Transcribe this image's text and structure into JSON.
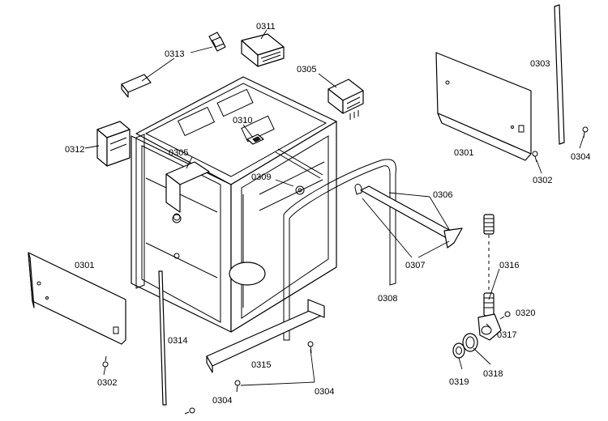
{
  "diagram": {
    "callouts": {
      "c0311": "0311",
      "c0313": "0313",
      "c0305_top": "0305",
      "c0303": "0303",
      "c0310": "0310",
      "c0312": "0312",
      "c0305_left": "0305",
      "c0301_right": "0301",
      "c0302_right": "0302",
      "c0304_right": "0304",
      "c0309": "0309",
      "c0306": "0306",
      "c0301_left": "0301",
      "c0307": "0307",
      "c0316": "0316",
      "c0308": "0308",
      "c0320": "0320",
      "c0314": "0314",
      "c0317": "0317",
      "c0315": "0315",
      "c0319": "0319",
      "c0318": "0318",
      "c0302_left": "0302",
      "c0304_mid": "0304",
      "c0304_bottom": "0304"
    }
  }
}
